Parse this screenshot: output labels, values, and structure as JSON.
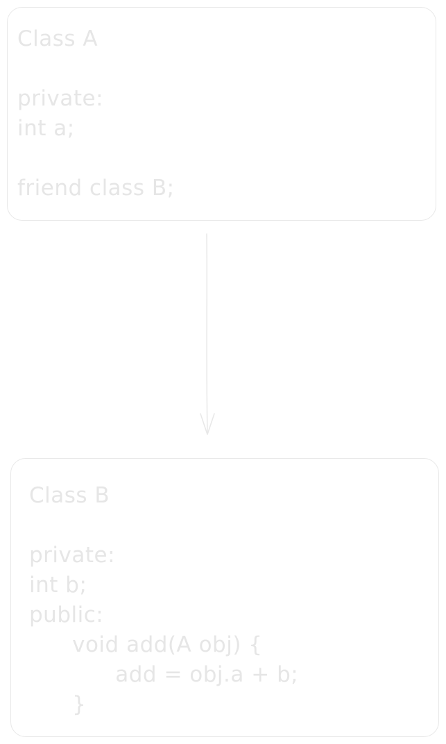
{
  "class_a": {
    "lines": [
      "Class A",
      "",
      "private:",
      "int a;",
      "",
      "friend class B;"
    ]
  },
  "class_b": {
    "lines": [
      "Class B",
      "",
      "private:",
      "int b;",
      "public:",
      "      void add(A obj) {",
      "            add = obj.a + b;",
      "      }"
    ]
  },
  "colors": {
    "text": "#e6e6e6",
    "stroke": "#e8e8e8",
    "background": "#ffffff"
  }
}
